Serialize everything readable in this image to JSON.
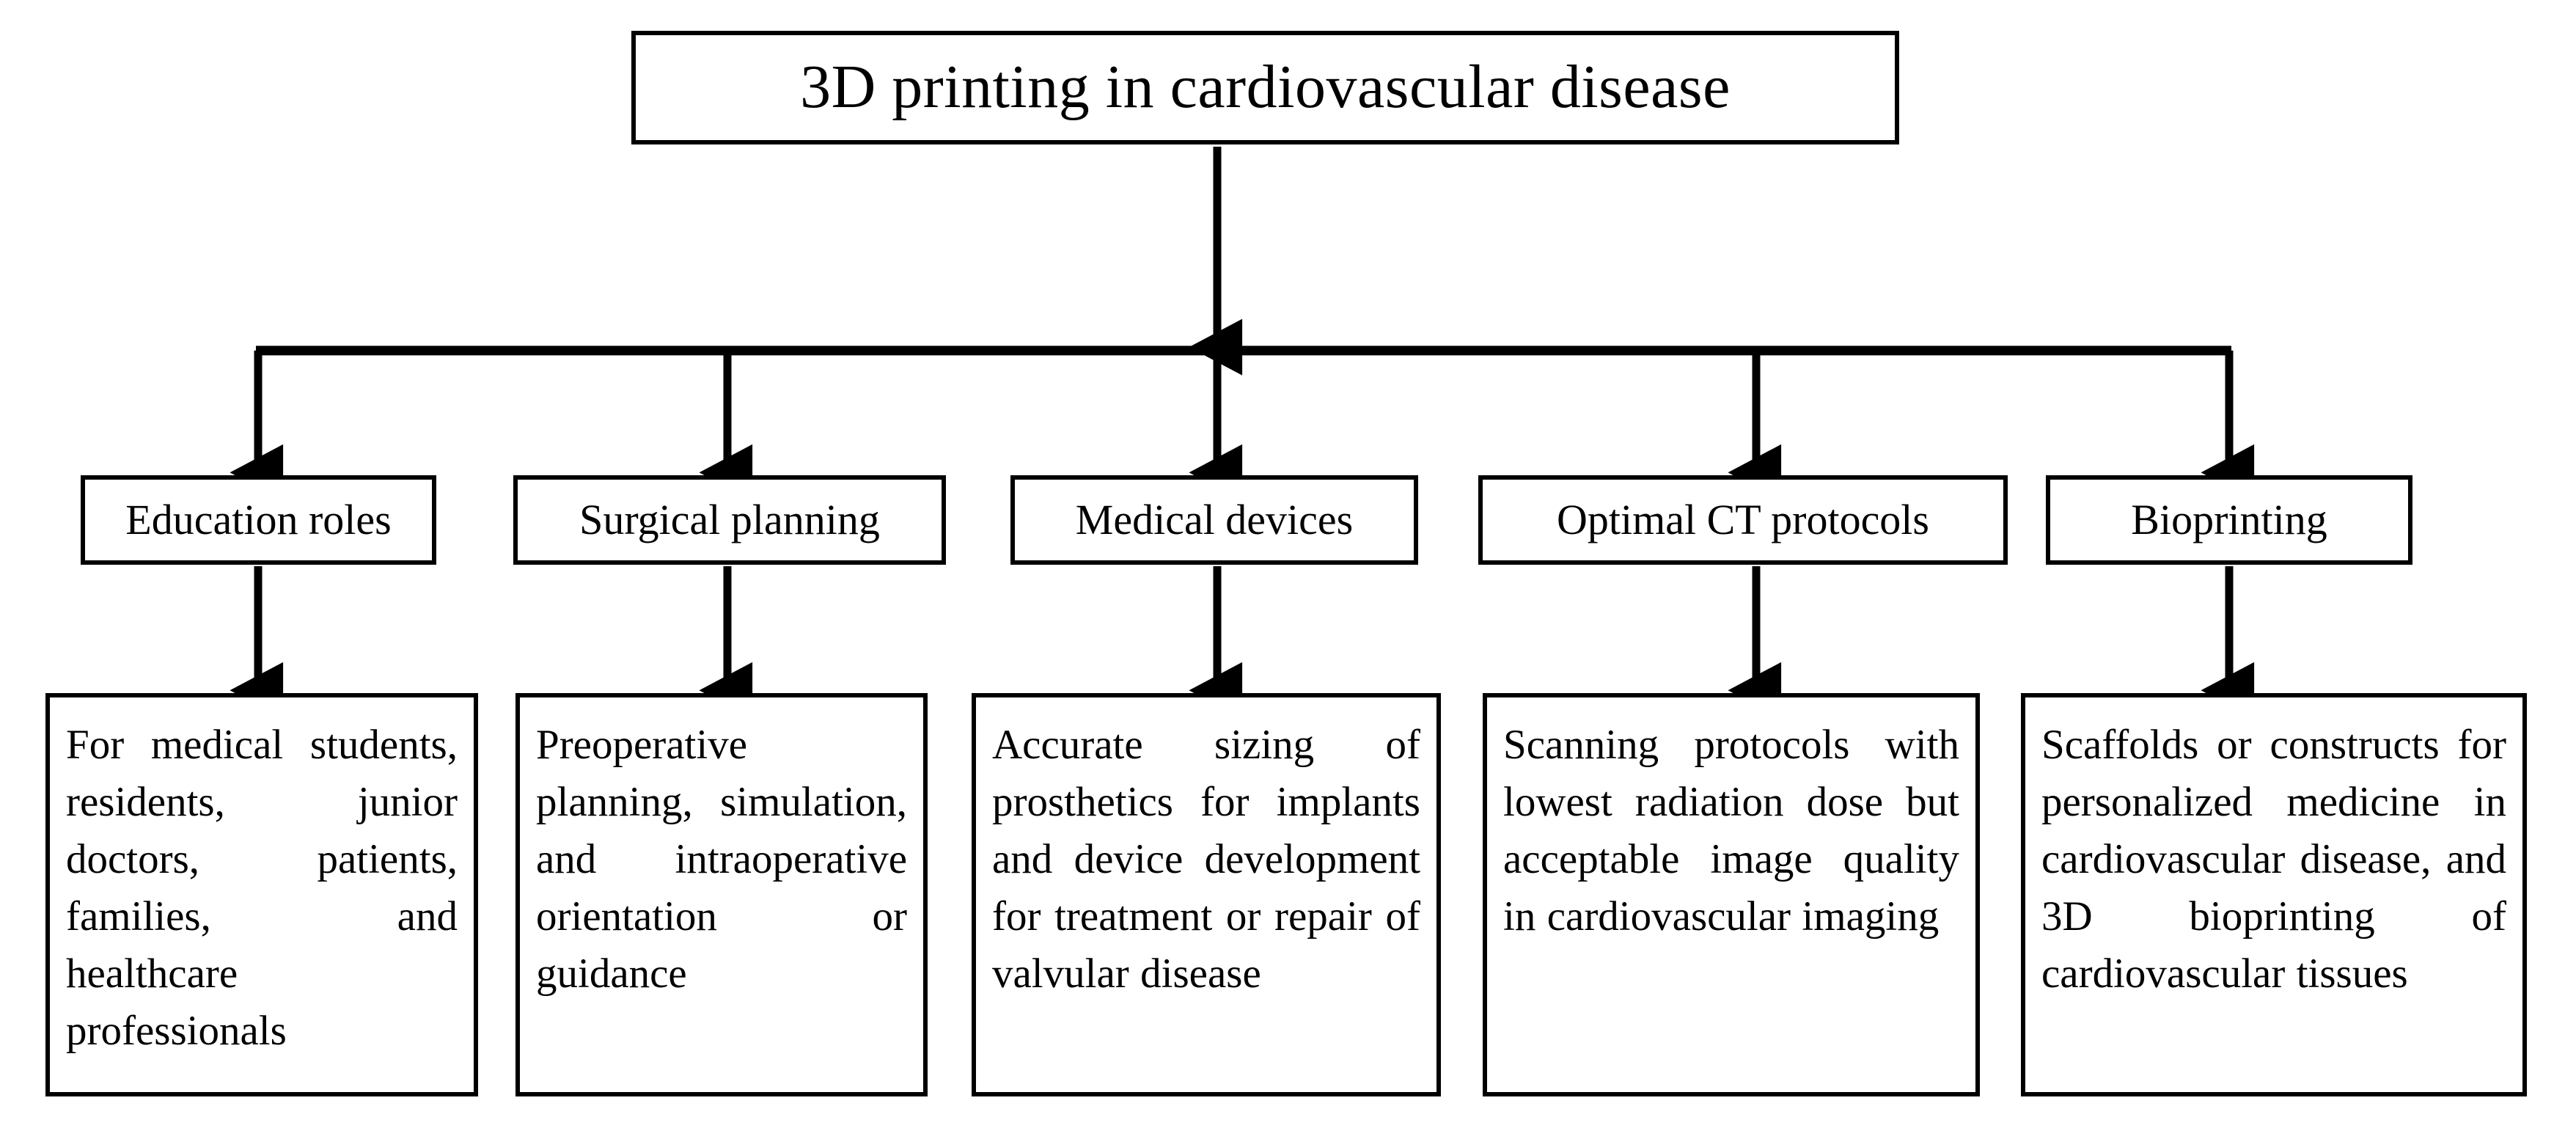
{
  "figure": {
    "type": "flowchart",
    "orientation": "top-down",
    "levels": 3,
    "background_color": "#ffffff",
    "line_color": "#000000",
    "text_color": "#000000"
  },
  "root": {
    "id": "root",
    "label": "3D printing in cardiovascular disease"
  },
  "categories": [
    {
      "id": "education-roles",
      "label": "Education roles"
    },
    {
      "id": "surgical-planning",
      "label": "Surgical planning"
    },
    {
      "id": "medical-devices",
      "label": "Medical devices"
    },
    {
      "id": "optimal-ct-protocols",
      "label": "Optimal CT protocols"
    },
    {
      "id": "bioprinting",
      "label": "Bioprinting"
    }
  ],
  "details": [
    {
      "id": "education-roles-detail",
      "parent": "education-roles",
      "label": "For medical students, residents, junior doctors, patients, families, and healthcare professionals"
    },
    {
      "id": "surgical-planning-detail",
      "parent": "surgical-planning",
      "label": "Preoperative planning, simulation, and intraoperative orientation or guidance"
    },
    {
      "id": "medical-devices-detail",
      "parent": "medical-devices",
      "label": "Accurate sizing of prosthetics for implants and device development for treatment or repair of valvular disease"
    },
    {
      "id": "optimal-ct-protocols-detail",
      "parent": "optimal-ct-protocols",
      "label": "Scanning protocols with lowest radiation dose but acceptable image quality in cardiovascular imaging"
    },
    {
      "id": "bioprinting-detail",
      "parent": "bioprinting",
      "label": "Scaffolds or constructs for personalized medicine in cardiovascular disease, and 3D bioprinting of cardiovascular tissues"
    }
  ],
  "edges": [
    {
      "id": "edge-root-to-bus",
      "from": "root",
      "to": "distribution-bus"
    },
    {
      "id": "edge-bus-to-cat-1",
      "from": "distribution-bus",
      "to": "education-roles"
    },
    {
      "id": "edge-bus-to-cat-2",
      "from": "distribution-bus",
      "to": "surgical-planning"
    },
    {
      "id": "edge-bus-to-cat-3",
      "from": "distribution-bus",
      "to": "medical-devices"
    },
    {
      "id": "edge-bus-to-cat-4",
      "from": "distribution-bus",
      "to": "optimal-ct-protocols"
    },
    {
      "id": "edge-bus-to-cat-5",
      "from": "distribution-bus",
      "to": "bioprinting"
    },
    {
      "id": "edge-cat-1-to-detail-1",
      "from": "education-roles",
      "to": "education-roles-detail"
    },
    {
      "id": "edge-cat-2-to-detail-2",
      "from": "surgical-planning",
      "to": "surgical-planning-detail"
    },
    {
      "id": "edge-cat-3-to-detail-3",
      "from": "medical-devices",
      "to": "medical-devices-detail"
    },
    {
      "id": "edge-cat-4-to-detail-4",
      "from": "optimal-ct-protocols",
      "to": "optimal-ct-protocols-detail"
    },
    {
      "id": "edge-cat-5-to-detail-5",
      "from": "bioprinting",
      "to": "bioprinting-detail"
    }
  ]
}
